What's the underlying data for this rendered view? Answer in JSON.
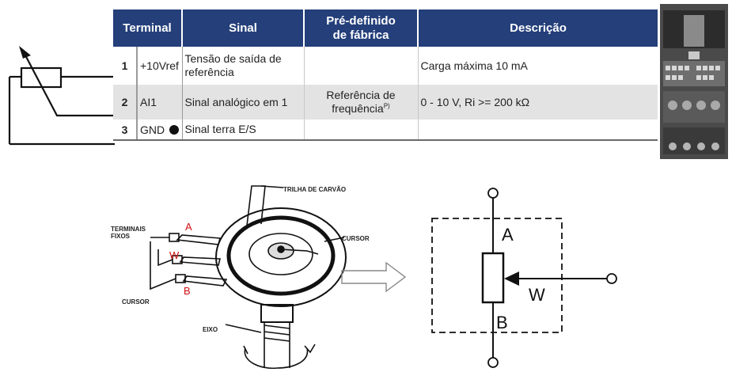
{
  "table": {
    "headers": [
      "Terminal",
      "Sinal",
      "Pré-definido de fábrica",
      "Descrição"
    ],
    "rows": [
      {
        "num": "1",
        "code": "+10Vref",
        "signal": "Tensão de saída de referência",
        "preset": "",
        "description": "Carga máxima 10 mA"
      },
      {
        "num": "2",
        "code": "AI1",
        "signal": "Sinal analógico em 1",
        "preset": "Referência de frequência",
        "preset_sup": "P)",
        "description": "0 - 10 V, Ri >= 200 kΩ"
      },
      {
        "num": "3",
        "code": "GND",
        "signal": "Sinal terra E/S",
        "preset": "",
        "description": ""
      }
    ]
  },
  "drawing": {
    "labels": {
      "trilha": "TRILHA DE CARVÃO",
      "terminais": "TERMINAIS FIXOS",
      "cursor_right": "CURSOR",
      "cursor_left": "CURSOR",
      "eixo": "EIXO",
      "pin_a": "A",
      "pin_w": "W",
      "pin_b": "B"
    }
  },
  "schematic": {
    "label_a": "A",
    "label_w": "W",
    "label_b": "B"
  },
  "colors": {
    "header_bg": "#243f7a",
    "row_alt_bg": "#e3e3e3",
    "pin_label": "#d01010"
  }
}
